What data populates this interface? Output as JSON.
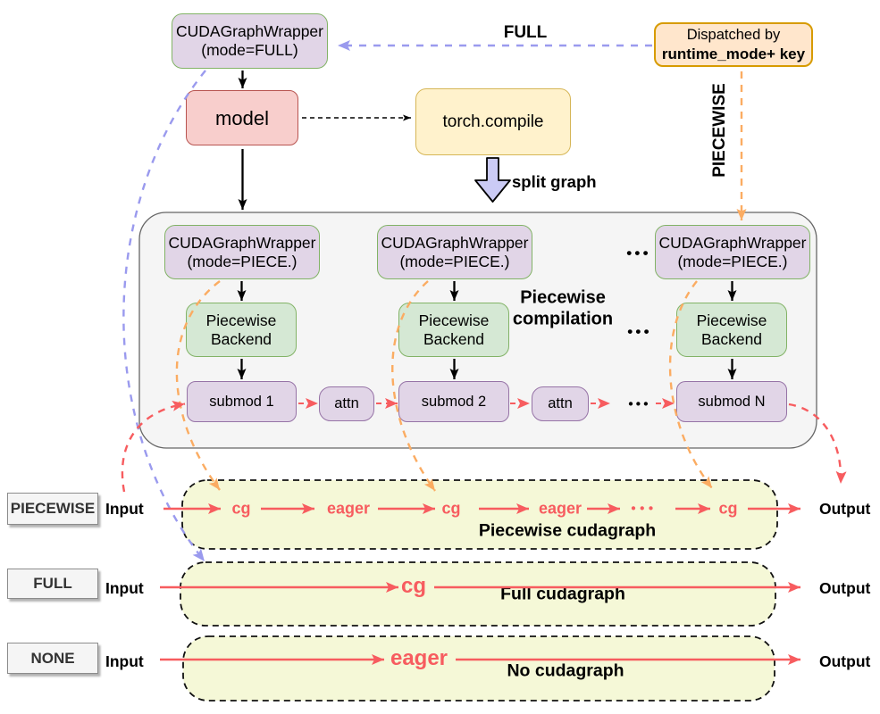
{
  "top": {
    "wrapper_full": {
      "line1": "CUDAGraphWrapper",
      "line2": "(mode=FULL)"
    },
    "model": "model",
    "torch_compile": "torch.compile",
    "dispatcher": {
      "line1": "Dispatched by",
      "line2": "runtime_mode+ key"
    },
    "full_arrow_label": "FULL",
    "piecewise_arrow_label": "PIECEWISE",
    "split_graph_label": "split graph"
  },
  "compilation": {
    "title_line1": "Piecewise",
    "title_line2": "compilation",
    "wrapper_piece": {
      "line1": "CUDAGraphWrapper",
      "line2": "(mode=PIECE.)"
    },
    "backend": {
      "line1": "Piecewise",
      "line2": "Backend"
    },
    "submods": [
      "submod 1",
      "submod 2",
      "submod N"
    ],
    "attn": "attn",
    "ellipsis": "•••"
  },
  "rows": {
    "piecewise": {
      "mode_label": "PIECEWISE",
      "input": "Input",
      "output": "Output",
      "chain": [
        "cg",
        "eager",
        "cg",
        "eager",
        "•••",
        "cg"
      ],
      "caption": "Piecewise cudagraph"
    },
    "full": {
      "mode_label": "FULL",
      "input": "Input",
      "output": "Output",
      "node": "cg",
      "caption": "Full cudagraph"
    },
    "none": {
      "mode_label": "NONE",
      "input": "Input",
      "output": "Output",
      "node": "eager",
      "caption": "No cudagraph"
    }
  },
  "colors": {
    "red": "#F75C5F",
    "orange": "#FBAC62",
    "blue": "#9A9AEE",
    "purple_fill": "#E1D5E7",
    "green_fill": "#D5E8D4",
    "red_fill": "#F8CECC",
    "yellow_fill": "#FFF2CC",
    "orange_fill": "#FFE6CC",
    "row_fill": "#F5F8D7",
    "container_fill": "#F5F5F5"
  }
}
